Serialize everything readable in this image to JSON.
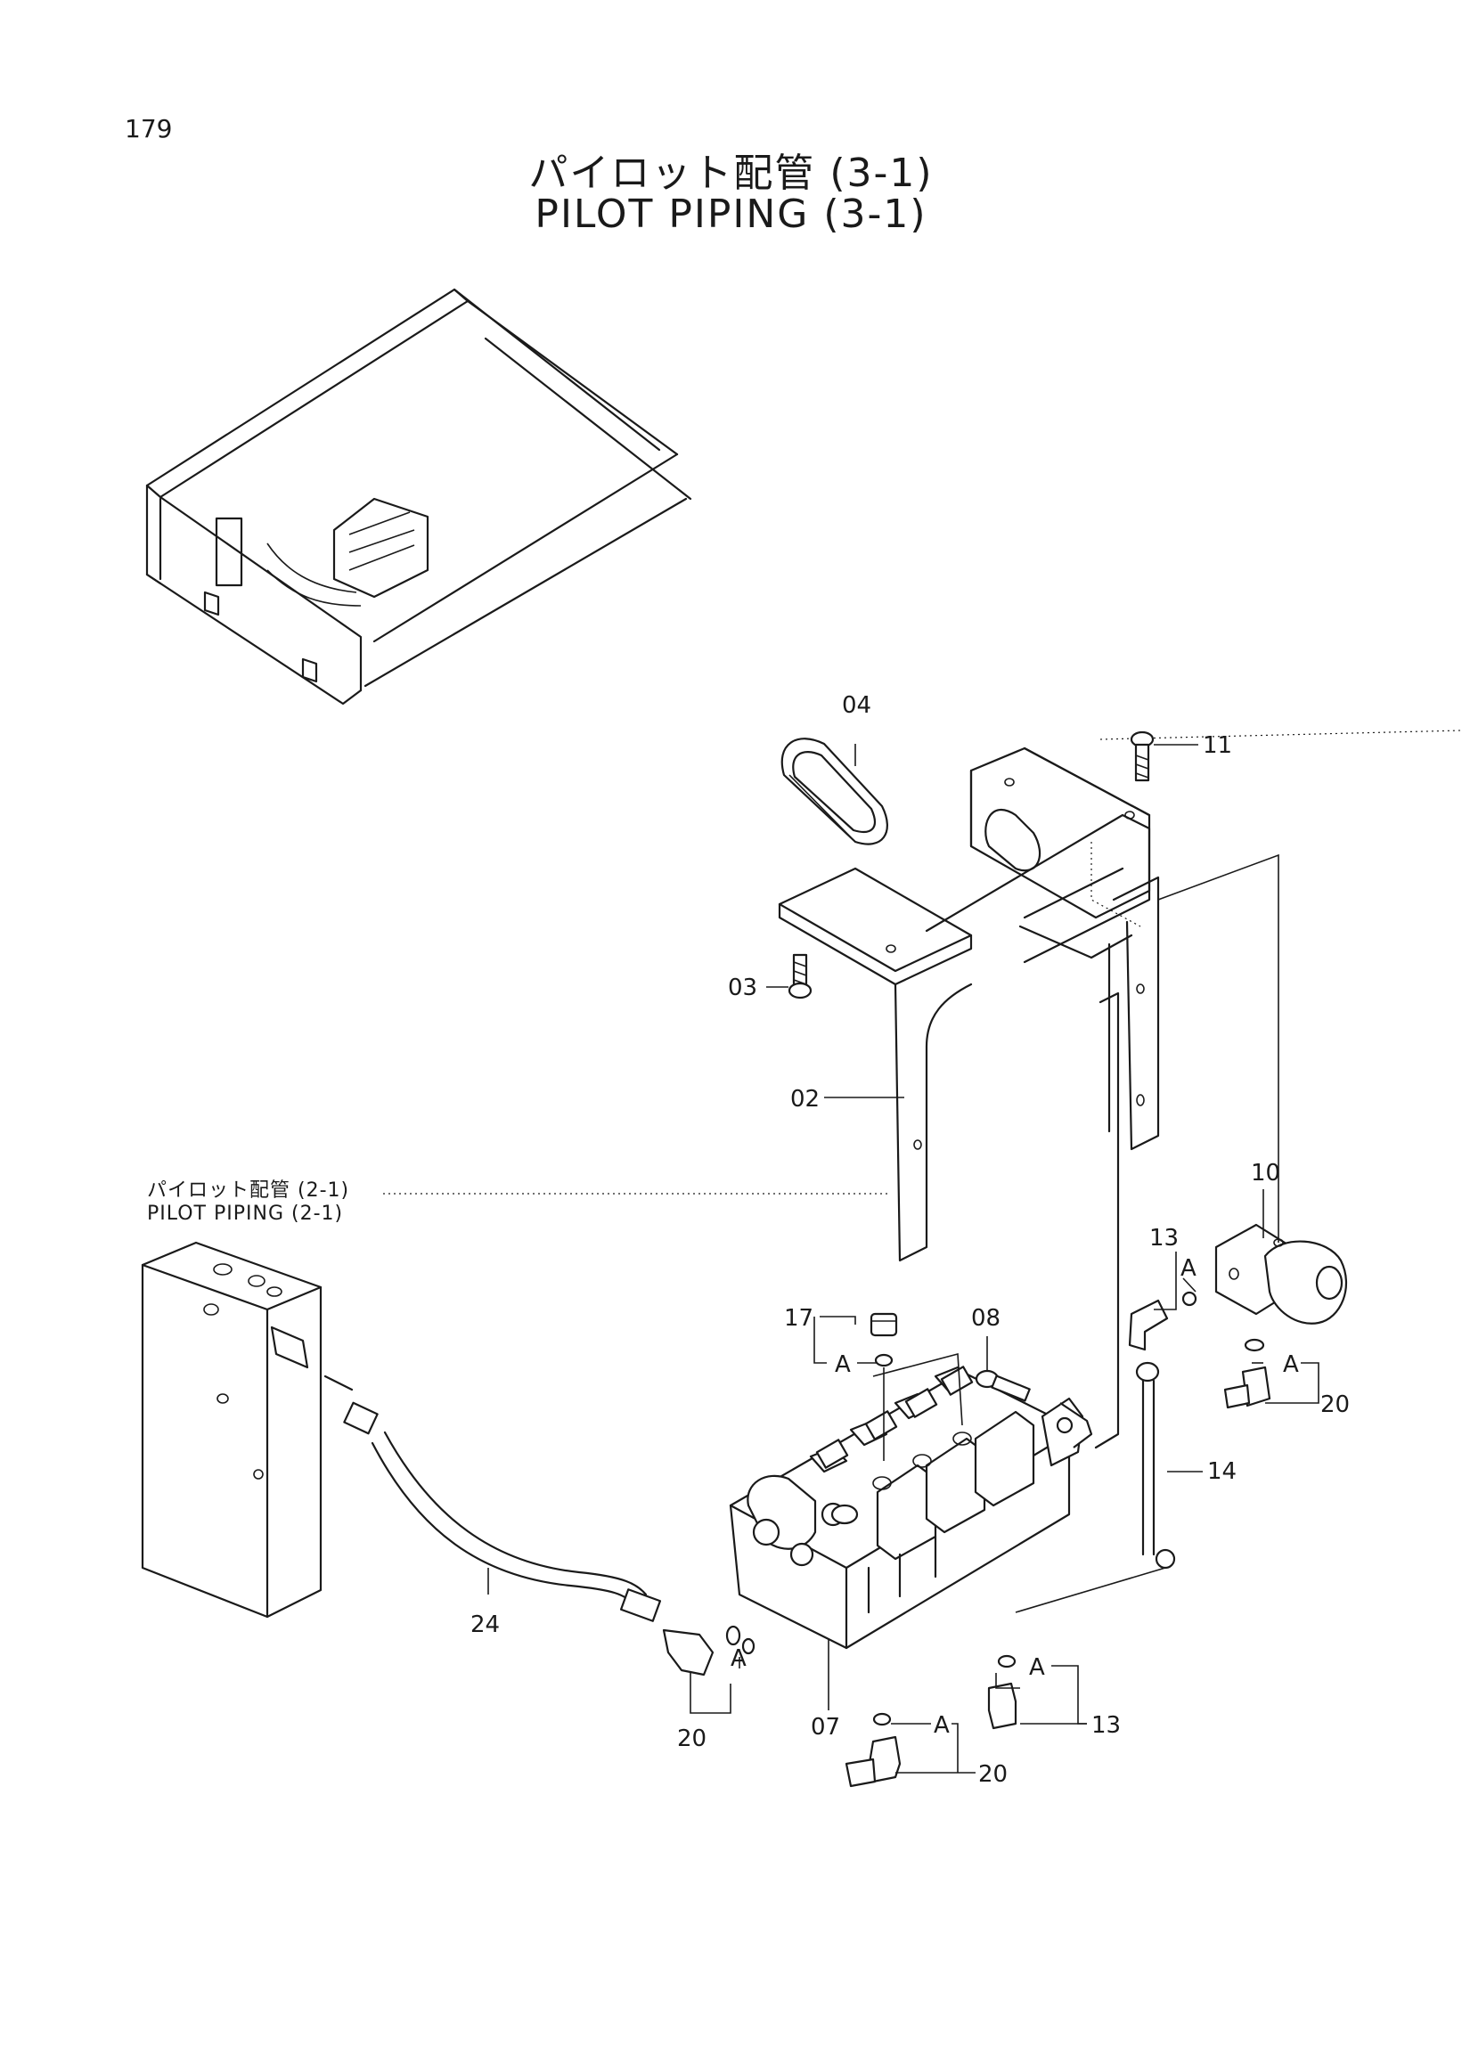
{
  "page_number": "179",
  "title": {
    "jp": "パイロット配管 (3-1)",
    "en": "PILOT PIPING (3-1)"
  },
  "reference": {
    "jp": "パイロット配管 (2-1)",
    "en": "PILOT PIPING (2-1)"
  },
  "callouts": {
    "p02": "02",
    "p03": "03",
    "p04": "04",
    "p07": "07",
    "p08": "08",
    "p10": "10",
    "p11": "11",
    "p13a": "13",
    "p13b": "13",
    "p14": "14",
    "p17": "17",
    "p20a": "20",
    "p20b": "20",
    "p20c": "20",
    "p24": "24"
  },
  "detail_marks": {
    "a1": "A",
    "a2": "A",
    "a3": "A",
    "a4": "A",
    "a5": "A",
    "a6": "A"
  }
}
